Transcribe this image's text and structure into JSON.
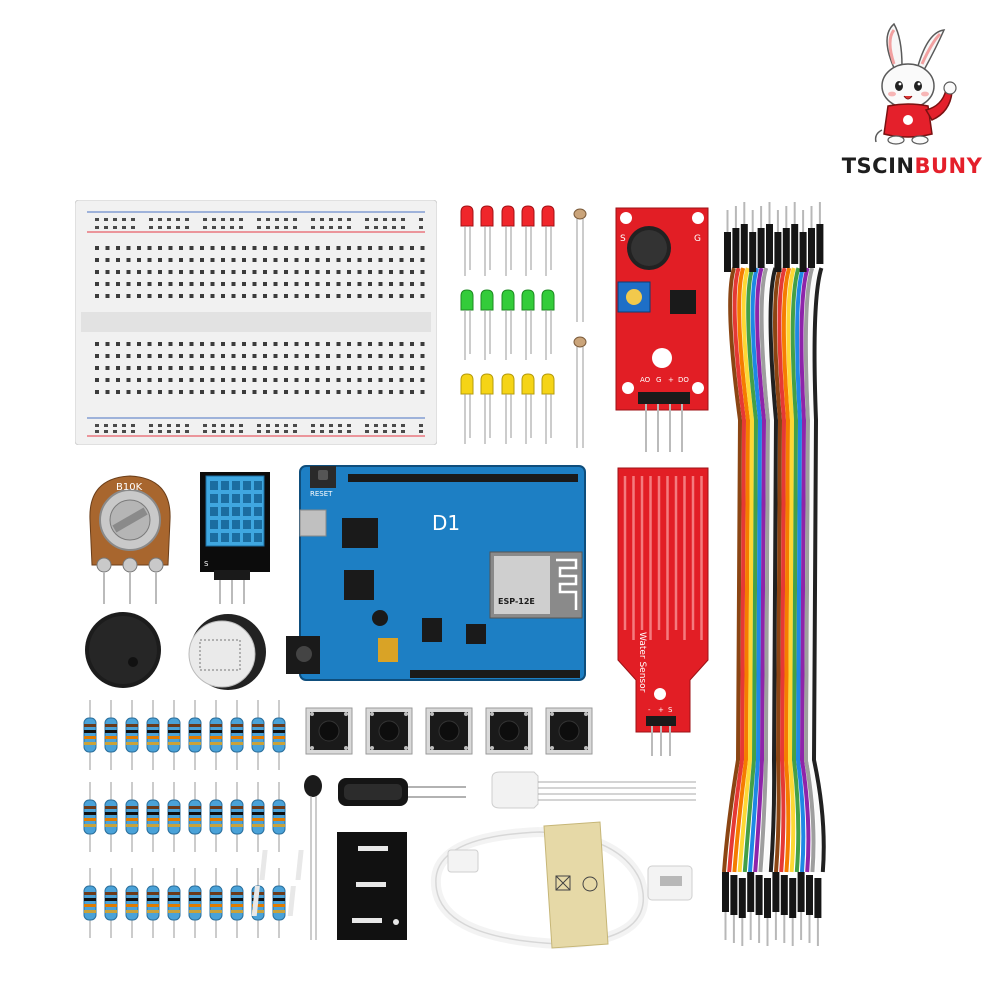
{
  "brand": {
    "name_part1": "TSCIN",
    "name_part2": "BUNY",
    "colors": {
      "dark": "#1e1e1e",
      "red": "#e4202b"
    }
  },
  "labels": {
    "potentiometer": "B10K",
    "board": "D1",
    "wifi_module": "ESP-12E",
    "board_reset": "RESET",
    "water_sensor": "Water Sensor",
    "mic_s": "S",
    "mic_g": "G",
    "mic_ao": "AO",
    "mic_gnd": "G",
    "mic_plus": "+",
    "mic_do": "DO",
    "water_minus": "-",
    "water_plus": "+",
    "water_s": "S",
    "dht_s": "S"
  },
  "components": {
    "leds_red": 5,
    "leds_green": 5,
    "leds_yellow": 5,
    "resistor_rows": 3,
    "resistors_per_row": 10,
    "tact_switches": 5,
    "jumper_wire_colors": [
      "#8b4513",
      "#e53935",
      "#f57c00",
      "#fdd835",
      "#43a047",
      "#1e88e5",
      "#8e24aa",
      "#9e9e9e",
      "#fafafa",
      "#212121"
    ]
  }
}
